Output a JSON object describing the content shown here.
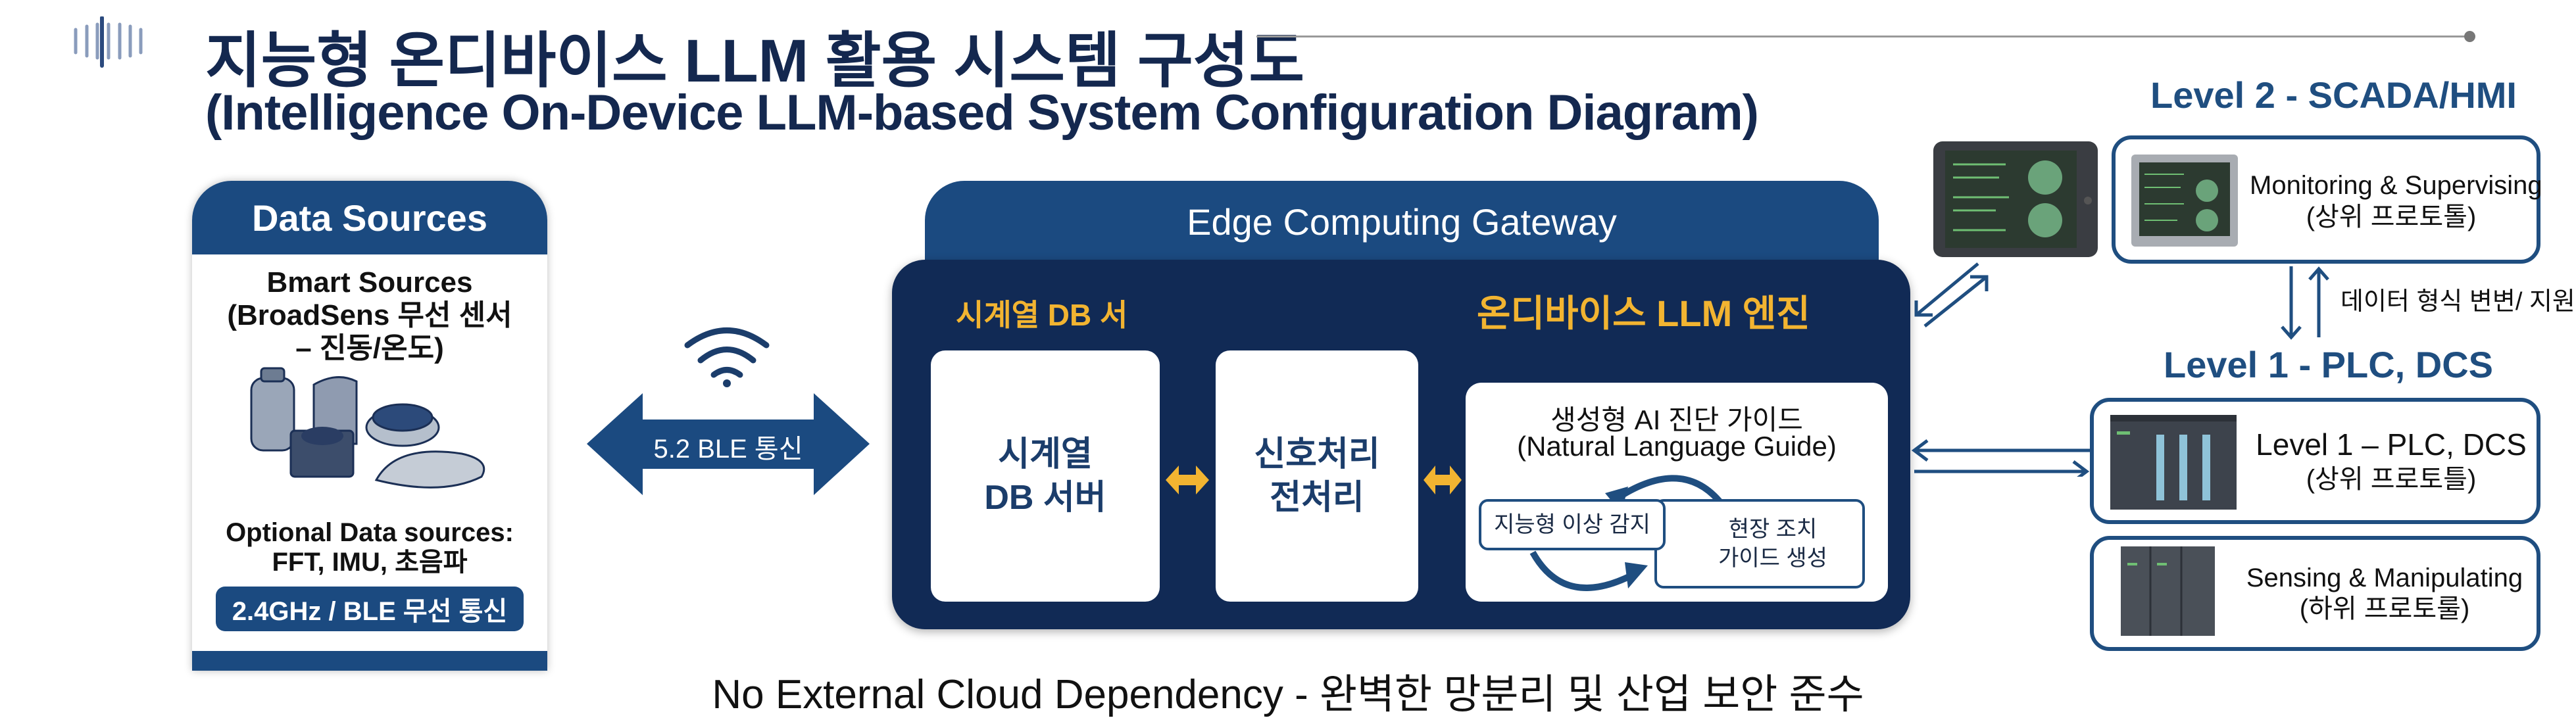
{
  "header": {
    "title": "지능형 온디바이스 LLM 활용 시스템 구성도",
    "subtitle": "(Intelligence On-Device LLM-based System Configuration Diagram)"
  },
  "data_sources": {
    "title": "Data Sources",
    "line1": "Bmart Sources",
    "line2": "(BroadSens 무선 센서",
    "line3": "– 진동/온도)",
    "optional1": "Optional Data sources:",
    "optional2": "FFT, IMU, 초음파",
    "comm": "2.4GHz / BLE 무선 통신"
  },
  "link": {
    "label": "5.2 BLE 통신"
  },
  "gateway": {
    "title": "Edge Computing Gateway",
    "db_label": "시계열 DB 서",
    "llm_label": "온디바이스 LLM 엔진",
    "db_box": {
      "line1": "시계열",
      "line2": "DB 서버"
    },
    "signal_box": {
      "line1": "신호처리",
      "line2": "전처리"
    },
    "llm_box": {
      "title": "생성형 AI 진단 가이드",
      "subtitle": "(Natural Language Guide)",
      "detect": "지능형 이상 감지",
      "guide1": "현장 조치",
      "guide2": "가이드 생성"
    }
  },
  "right": {
    "level2_title": "Level 2 - SCADA/HMI",
    "monitor": "Monitoring & Supervising",
    "monitor_sub": "(상위 프로토톨)",
    "convert": "데이터 형식 변변/ 지원",
    "level1_title": "Level 1 - PLC, DCS",
    "plc": "Level 1 – PLC, DCS",
    "plc_sub": "(상위 프로토틀)",
    "sensing": "Sensing & Manipulating",
    "sensing_sub": "(하위 프로토룰)"
  },
  "footer": "No External Cloud Dependency - 완벽한 망분리 및 산업 보안 준수",
  "colors": {
    "navy": "#112a55",
    "blue": "#1b4a80",
    "accent": "#f2b431"
  }
}
